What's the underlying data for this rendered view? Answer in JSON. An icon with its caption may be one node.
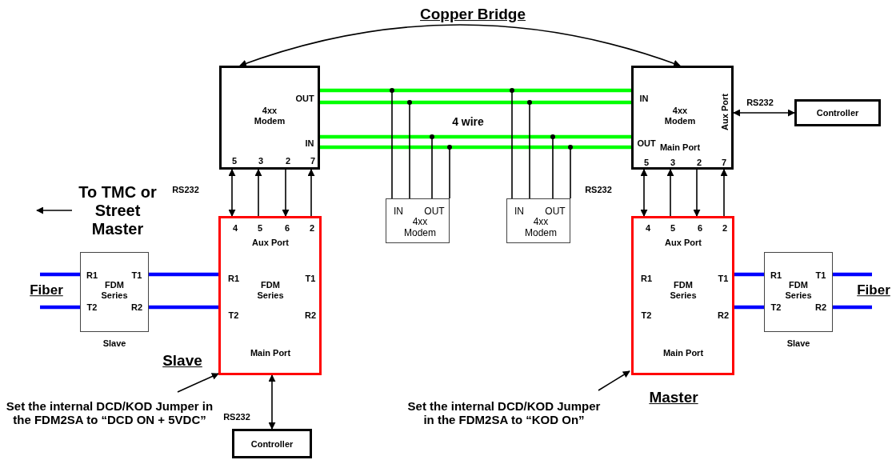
{
  "diagram": {
    "nodes": [
      {
        "text": [
          "OUT",
          "4xx Modem",
          "IN",
          "5",
          "3",
          "2",
          "7"
        ]
      },
      {
        "text": [
          "IN",
          "4xx Modem",
          "Aux Port",
          "OUT",
          "Main Port",
          "5",
          "3",
          "2",
          "7"
        ]
      },
      {
        "text": [
          "Controller"
        ]
      },
      {
        "text": [
          "IN",
          "OUT",
          "4xx Modem"
        ]
      },
      {
        "text": [
          "IN",
          "OUT",
          "4xx Modem"
        ]
      },
      {
        "text": [
          "4",
          "5",
          "6",
          "2",
          "Aux Port",
          "R1",
          "T1",
          "FDM Series",
          "T2",
          "R2",
          "Main Port"
        ],
        "beside": [
          "Slave"
        ]
      },
      {
        "text": [
          "R1",
          "T1",
          "FDM Series",
          "T2",
          "R2"
        ],
        "beside": [
          "Slave"
        ]
      },
      {
        "text": [
          "Controller"
        ]
      },
      {
        "text": [
          "4",
          "5",
          "6",
          "2",
          "Aux Port",
          "R1",
          "T1",
          "FDM Series",
          "T2",
          "R2",
          "Main Port"
        ],
        "beside": [
          "Master"
        ]
      },
      {
        "text": [
          "R1",
          "T1",
          "FDM Series",
          "T2",
          "R2"
        ],
        "beside": [
          "Slave"
        ]
      },
      {
        "text": [
          "Set the internal DCD/KOD Jumper in the FDM2SA to “DCD ON + 5VDC”"
        ]
      },
      {
        "text": [
          "Set the internal DCD/KOD Jumper in the FDM2SA to “KOD On”"
        ]
      },
      {
        "text": [
          "To TMC or Street Master"
        ]
      }
    ],
    "edges": [
      {
        "from": 0,
        "to": 1,
        "arrow": "both",
        "label": "Copper Bridge"
      },
      {
        "from": 0,
        "to": 1,
        "arrow": "none",
        "style": "thick",
        "color": "#00ff00"
      },
      {
        "from": 0,
        "to": 1,
        "arrow": "none",
        "style": "thick",
        "color": "#00ff00"
      },
      {
        "from": 1,
        "to": 0,
        "arrow": "none",
        "style": "thick",
        "color": "#00ff00"
      },
      {
        "from": 1,
        "to": 0,
        "arrow": "none",
        "style": "thick",
        "color": "#00ff00"
      },
      {
        "from": null,
        "to": 3,
        "arrow": "other"
      },
      {
        "from": null,
        "to": 3,
        "arrow": "other"
      },
      {
        "from": null,
        "to": 3,
        "arrow": "other"
      },
      {
        "from": null,
        "to": 3,
        "arrow": "other"
      },
      {
        "from": null,
        "to": 4,
        "arrow": "other"
      },
      {
        "from": null,
        "to": 4,
        "arrow": "other"
      },
      {
        "from": null,
        "to": 4,
        "arrow": "other"
      },
      {
        "from": null,
        "to": 4,
        "arrow": "other"
      },
      {
        "from": 0,
        "to": 5,
        "arrow": "both"
      },
      {
        "from": 5,
        "to": 0,
        "arrow": "to"
      },
      {
        "from": 0,
        "to": 5,
        "arrow": "to"
      },
      {
        "from": 5,
        "to": 0,
        "arrow": "to"
      },
      {
        "from": 1,
        "to": 8,
        "arrow": "both"
      },
      {
        "from": 8,
        "to": 1,
        "arrow": "to"
      },
      {
        "from": 1,
        "to": 8,
        "arrow": "to"
      },
      {
        "from": 8,
        "to": 1,
        "arrow": "to"
      },
      {
        "from": 1,
        "to": 2,
        "arrow": "both"
      },
      {
        "from": 5,
        "to": 7,
        "arrow": "both"
      },
      {
        "from": null,
        "to": 6,
        "arrow": "none",
        "style": "thick",
        "color": "#0000ff"
      },
      {
        "from": null,
        "to": 6,
        "arrow": "none",
        "style": "thick",
        "color": "#0000ff"
      },
      {
        "from": 6,
        "to": 5,
        "arrow": "none",
        "style": "thick",
        "color": "#0000ff"
      },
      {
        "from": 6,
        "to": 5,
        "arrow": "none",
        "style": "thick",
        "color": "#0000ff"
      },
      {
        "from": 8,
        "to": 9,
        "arrow": "none",
        "style": "thick",
        "color": "#0000ff"
      },
      {
        "from": 8,
        "to": 9,
        "arrow": "none",
        "style": "thick",
        "color": "#0000ff"
      },
      {
        "from": 9,
        "to": null,
        "arrow": "none",
        "style": "thick",
        "color": "#0000ff"
      },
      {
        "from": 9,
        "to": null,
        "arrow": "none",
        "style": "thick",
        "color": "#0000ff"
      },
      {
        "from": 10,
        "to": 5,
        "arrow": "to"
      },
      {
        "from": 11,
        "to": 8,
        "arrow": "to"
      },
      {
        "from": 12,
        "to": null,
        "arrow": "to"
      }
    ],
    "labels": [
      "RS232",
      "4 wire",
      "RS232",
      "RS232",
      "Fiber",
      "Fiber",
      "RS232"
    ]
  }
}
